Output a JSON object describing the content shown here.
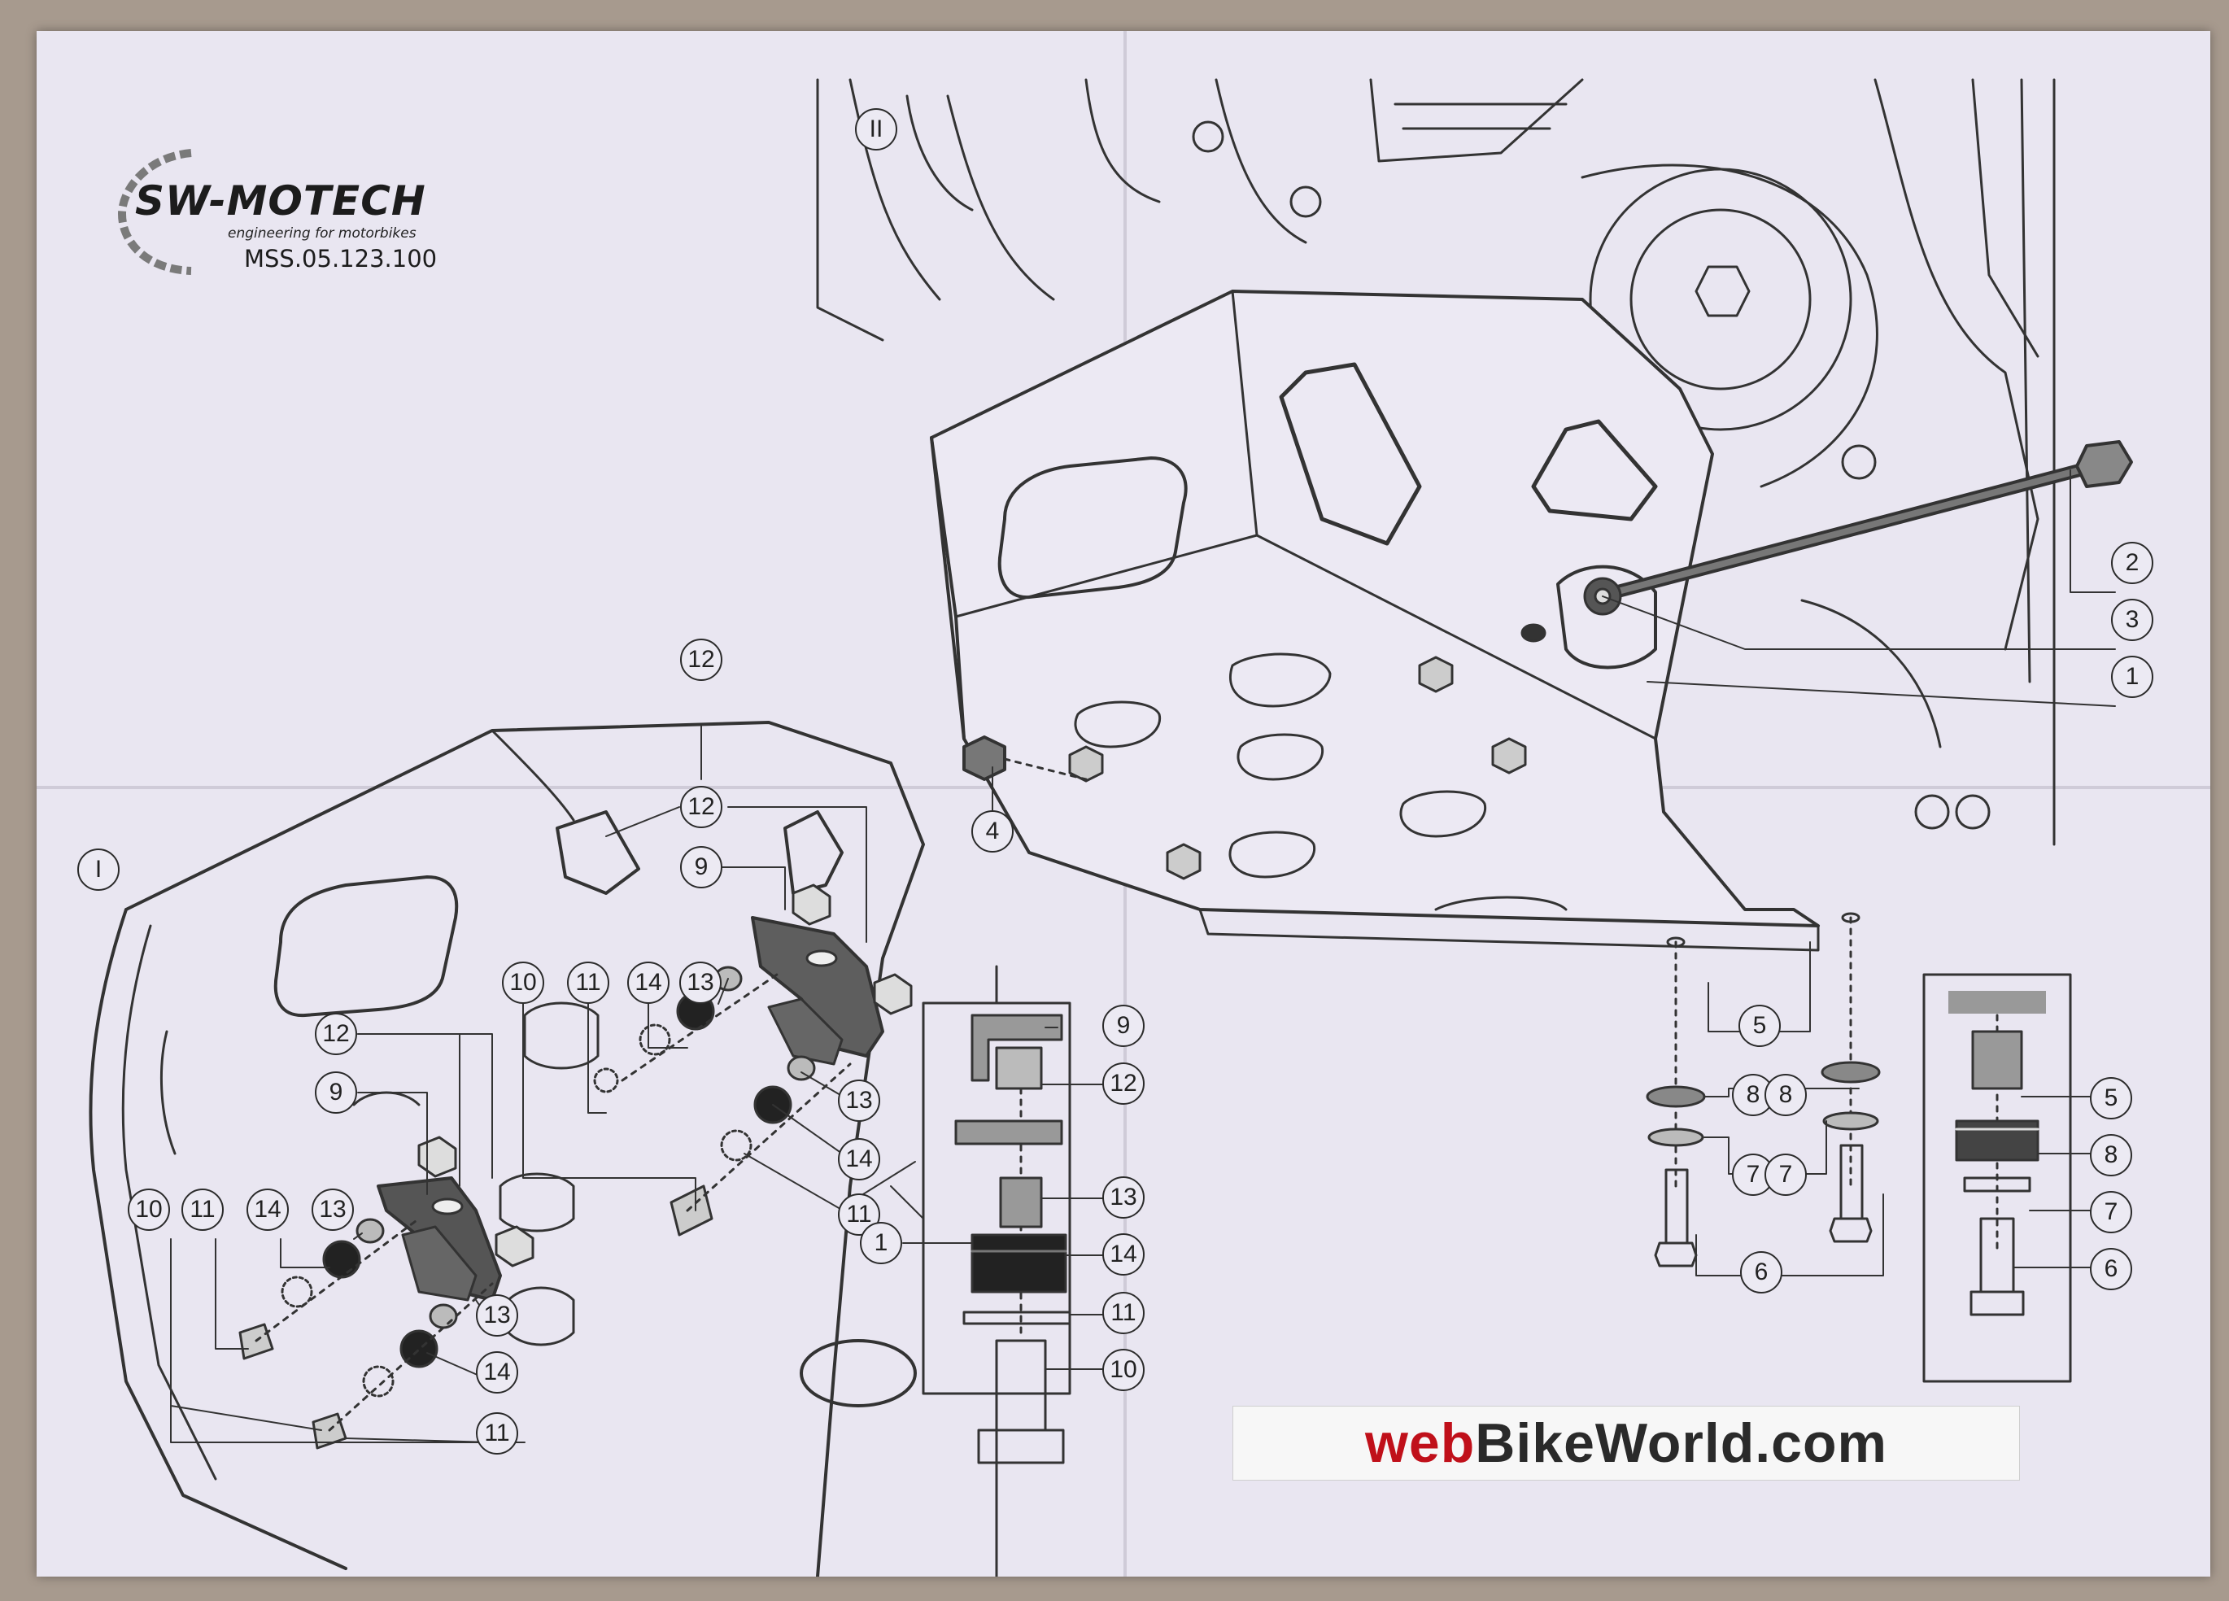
{
  "logo": {
    "brand": "SW-MOTECH",
    "tagline": "engineering for motorbikes",
    "part_number": "MSS.05.123.100"
  },
  "step_labels": [
    "I",
    "II"
  ],
  "callouts": {
    "step1": [
      "12",
      "12",
      "9",
      "10",
      "11",
      "14",
      "13",
      "12",
      "9",
      "13",
      "14",
      "10",
      "11",
      "14",
      "13",
      "13",
      "14",
      "11",
      "11"
    ],
    "detail_left": [
      "9",
      "12",
      "13",
      "1",
      "14",
      "11",
      "10"
    ],
    "step2": [
      "2",
      "3",
      "1",
      "4",
      "5",
      "8",
      "8",
      "7",
      "7",
      "6"
    ],
    "detail_right": [
      "5",
      "8",
      "7",
      "6"
    ]
  },
  "watermark": {
    "part1": "web",
    "part2": "BikeWorld.com"
  }
}
